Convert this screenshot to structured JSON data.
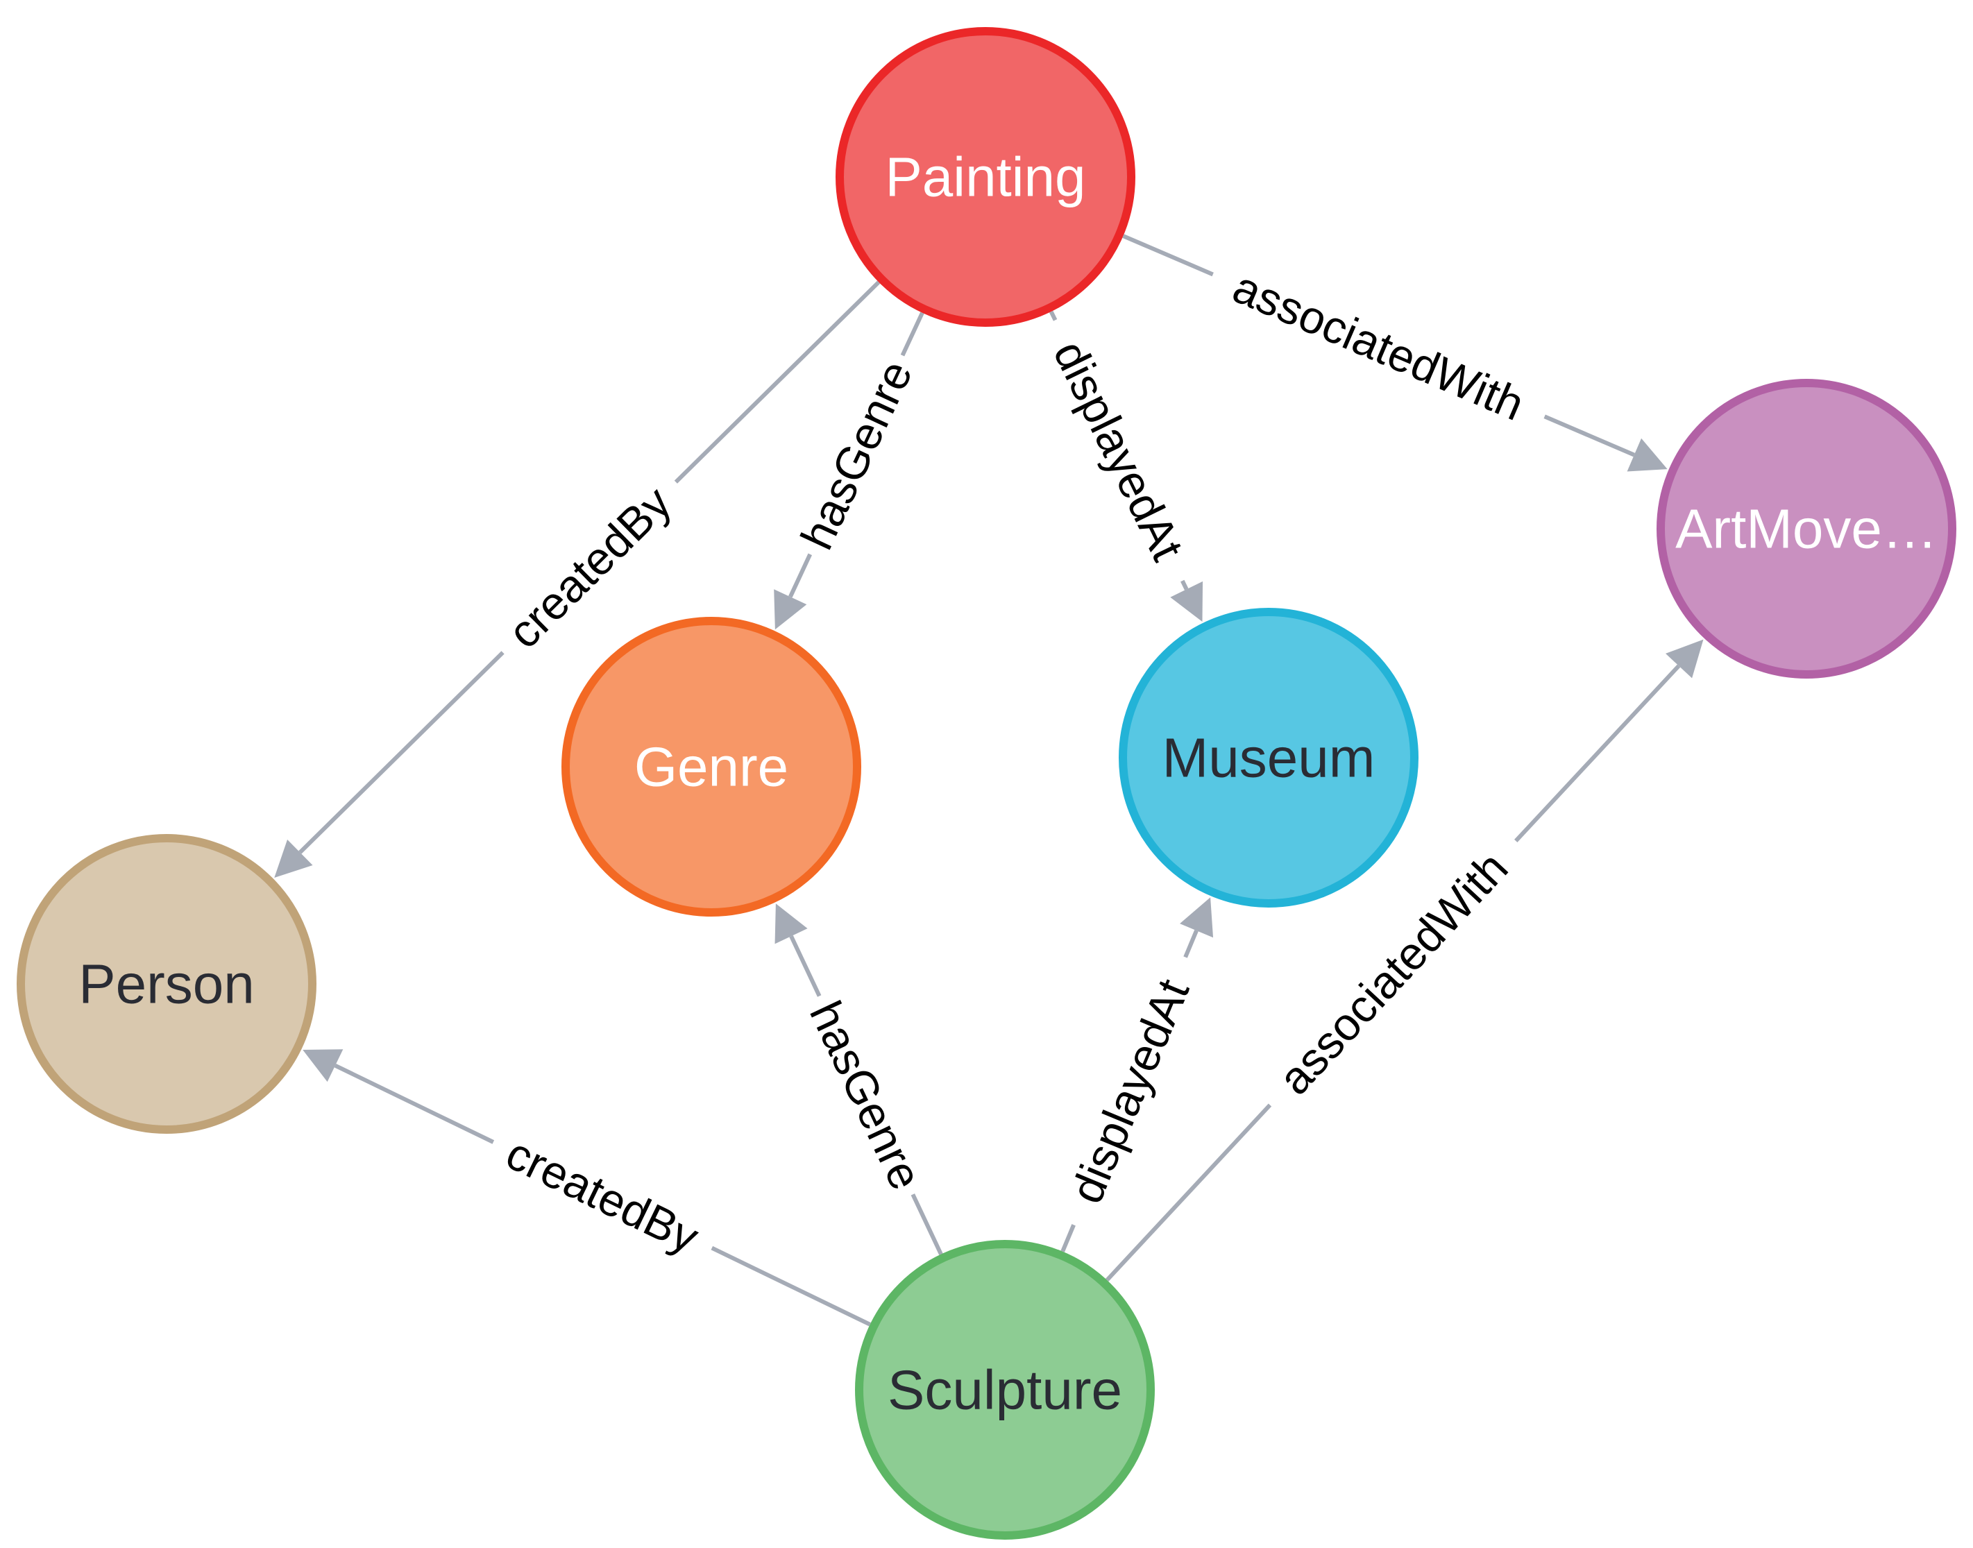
{
  "nodes": [
    {
      "id": "painting",
      "caption": "Painting",
      "fill": "#f16667",
      "stroke": "#eb2728",
      "text_color": "#ffffff"
    },
    {
      "id": "artmovement",
      "caption": "ArtMove…",
      "fill": "#c990c0",
      "stroke": "#b261a5",
      "text_color": "#ffffff"
    },
    {
      "id": "genre",
      "caption": "Genre",
      "fill": "#f79767",
      "stroke": "#f36924",
      "text_color": "#ffffff"
    },
    {
      "id": "museum",
      "caption": "Museum",
      "fill": "#57c7e3",
      "stroke": "#23b3d7",
      "text_color": "#2a2c34"
    },
    {
      "id": "person",
      "caption": "Person",
      "fill": "#d9c8ae",
      "stroke": "#c0a378",
      "text_color": "#2a2c34"
    },
    {
      "id": "sculpture",
      "caption": "Sculpture",
      "fill": "#8dcc93",
      "stroke": "#5db665",
      "text_color": "#2a2c34"
    }
  ],
  "edges": [
    {
      "id": "painting-createdBy-person",
      "source": "painting",
      "target": "person",
      "label": "createdBy"
    },
    {
      "id": "painting-hasGenre-genre",
      "source": "painting",
      "target": "genre",
      "label": "hasGenre"
    },
    {
      "id": "painting-displayedAt-museum",
      "source": "painting",
      "target": "museum",
      "label": "displayedAt"
    },
    {
      "id": "painting-associatedWith-artmovement",
      "source": "painting",
      "target": "artmovement",
      "label": "associatedWith"
    },
    {
      "id": "sculpture-createdBy-person",
      "source": "sculpture",
      "target": "person",
      "label": "createdBy"
    },
    {
      "id": "sculpture-hasGenre-genre",
      "source": "sculpture",
      "target": "genre",
      "label": "hasGenre"
    },
    {
      "id": "sculpture-displayedAt-museum",
      "source": "sculpture",
      "target": "museum",
      "label": "displayedAt"
    },
    {
      "id": "sculpture-associatedWith-artmovement",
      "source": "sculpture",
      "target": "artmovement",
      "label": "associatedWith"
    }
  ],
  "colors": {
    "edge": "#a5abb6",
    "edge_label": "#000000",
    "background": "#ffffff"
  }
}
